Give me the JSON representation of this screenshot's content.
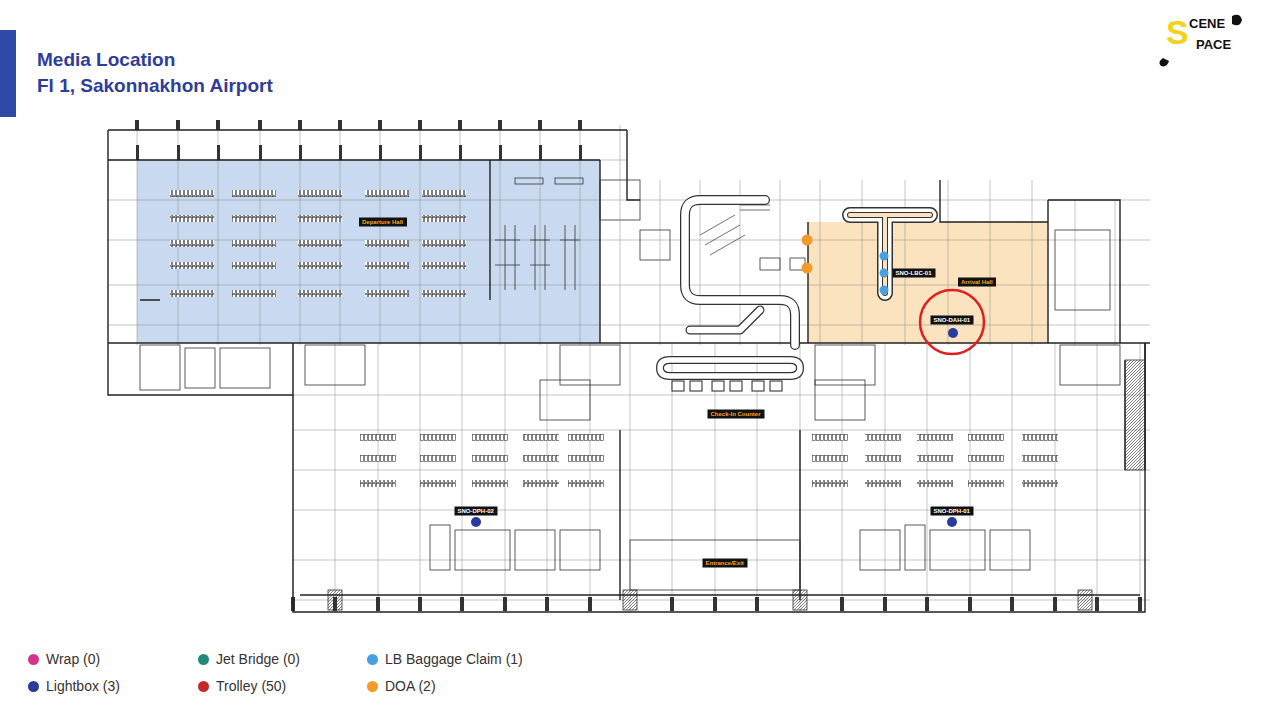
{
  "diagram": {
    "title": "Media Location",
    "nodes": [
      {
        "text": [
          "Departure Hall"
        ]
      },
      {
        "text": [
          "SNO-LBC-01"
        ]
      },
      {
        "text": [
          "Arrival Hall"
        ]
      },
      {
        "text": [
          "SNO-DAH-01"
        ]
      },
      {
        "text": [
          "Check-In Counter"
        ]
      },
      {
        "text": [
          "SNO-DPH-02"
        ]
      },
      {
        "text": [
          "SNO-DPH-01"
        ]
      },
      {
        "text": [
          "Entrance/Exit"
        ]
      }
    ],
    "edges": [],
    "labels": [
      "Fl 1, Sakonnakhon Airport",
      "S",
      "CENE",
      "PACE"
    ],
    "legend": [
      {
        "text": "Wrap (0)",
        "color": "#d6338a"
      },
      {
        "text": "Jet Bridge (0)",
        "color": "#1f8a7a"
      },
      {
        "text": "LB Baggage Claim (1)",
        "color": "#4a9fe0"
      },
      {
        "text": "Lightbox (3)",
        "color": "#2b3a9e"
      },
      {
        "text": "Trolley (50)",
        "color": "#c62828"
      },
      {
        "text": "DOA (2)",
        "color": "#f39a2b"
      }
    ]
  }
}
